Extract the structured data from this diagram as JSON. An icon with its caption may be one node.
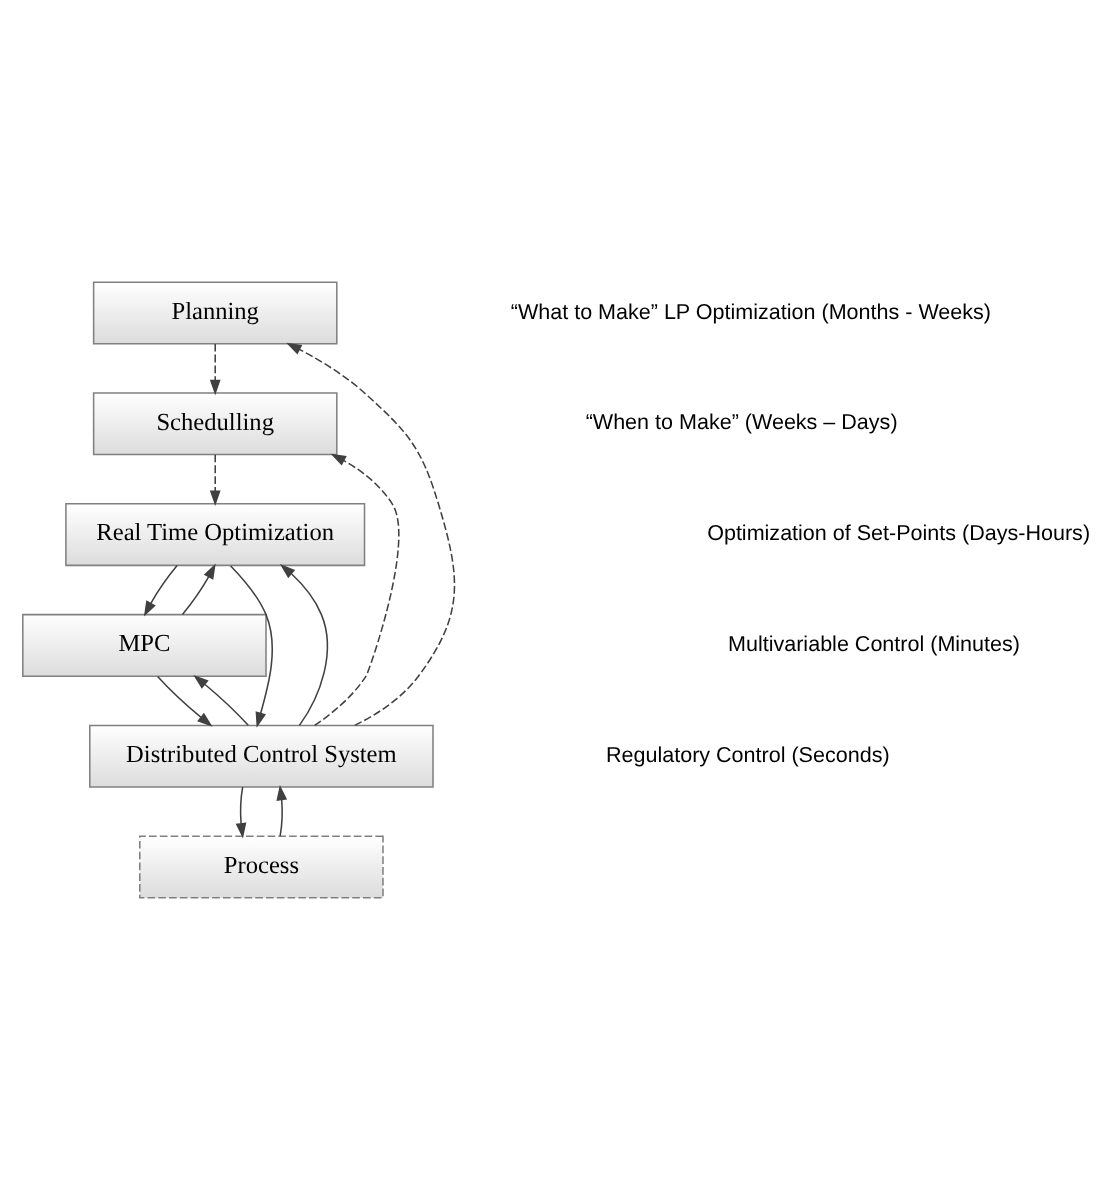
{
  "diagram": {
    "nodes": [
      {
        "text": [
          "Planning"
        ]
      },
      {
        "text": [
          "Schedulling"
        ]
      },
      {
        "text": [
          "Real Time Optimization"
        ]
      },
      {
        "text": [
          "MPC"
        ]
      },
      {
        "text": [
          "Distributed Control System"
        ]
      },
      {
        "text": [
          "Process"
        ]
      }
    ],
    "edges": [
      {
        "from": 0,
        "to": 1,
        "arrow": "to",
        "style": "dashed"
      },
      {
        "from": 1,
        "to": 2,
        "arrow": "to",
        "style": "dashed"
      },
      {
        "from": 2,
        "to": 3,
        "arrow": "to"
      },
      {
        "from": 3,
        "to": 2,
        "arrow": "to"
      },
      {
        "from": 3,
        "to": 4,
        "arrow": "to"
      },
      {
        "from": 2,
        "to": 4,
        "arrow": "to"
      },
      {
        "from": 4,
        "to": 3,
        "arrow": "to"
      },
      {
        "from": 4,
        "to": 2,
        "arrow": "to"
      },
      {
        "from": 4,
        "to": 1,
        "arrow": "to",
        "style": "dashed"
      },
      {
        "from": 4,
        "to": 0,
        "arrow": "to",
        "style": "dashed"
      },
      {
        "from": 4,
        "to": 5,
        "arrow": "to"
      },
      {
        "from": 5,
        "to": 4,
        "arrow": "to"
      }
    ],
    "labels": [
      "“What to Make” LP Optimization (Months - Weeks)",
      "“When to Make” (Weeks – Days)",
      "Optimization of Set-Points (Days-Hours)",
      "Multivariable Control (Minutes)",
      "Regulatory Control (Seconds)"
    ]
  }
}
